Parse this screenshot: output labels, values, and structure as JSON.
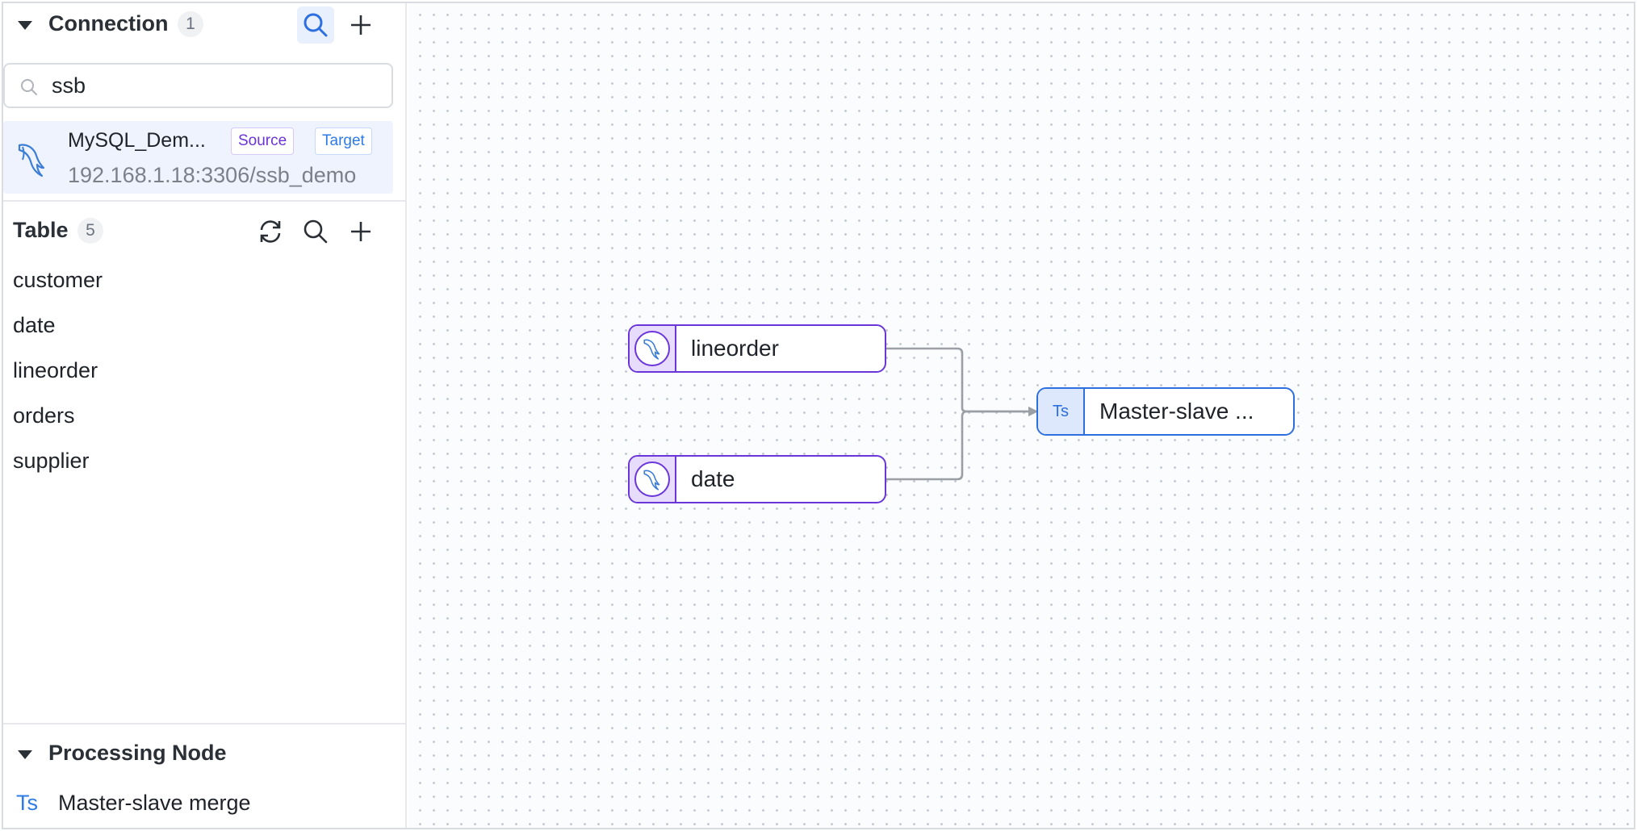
{
  "connection": {
    "title": "Connection",
    "count": "1",
    "search_value": "ssb",
    "item": {
      "name": "MySQL_Dem...",
      "address": "192.168.1.18:3306/ssb_demo",
      "source_tag": "Source",
      "target_tag": "Target"
    }
  },
  "table": {
    "title": "Table",
    "count": "5",
    "items": [
      "customer",
      "date",
      "lineorder",
      "orders",
      "supplier"
    ]
  },
  "processing": {
    "title": "Processing Node",
    "items": [
      {
        "icon_text": "Ts",
        "label": "Master-slave merge"
      }
    ]
  },
  "canvas": {
    "nodes": [
      {
        "id": "lineorder",
        "label": "lineorder",
        "icon": "mysql-dolphin-icon"
      },
      {
        "id": "date",
        "label": "date",
        "icon": "mysql-dolphin-icon"
      },
      {
        "id": "merge",
        "label": "Master-slave ...",
        "icon_text": "Ts"
      }
    ]
  },
  "colors": {
    "accent_blue": "#2e6fe0",
    "mysql_purple": "#6a36d9",
    "edge_gray": "#9a9ea5"
  }
}
